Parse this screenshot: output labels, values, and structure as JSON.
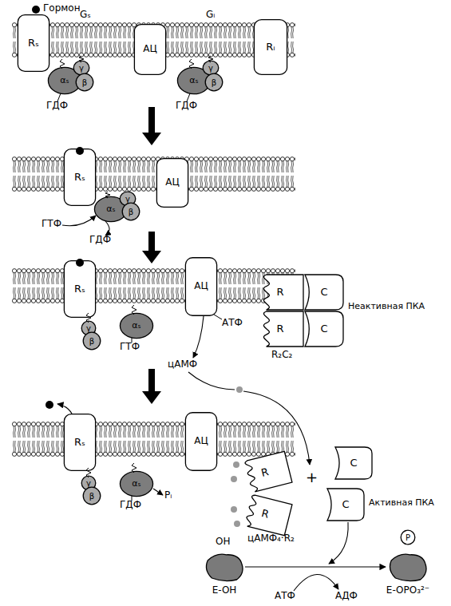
{
  "diagram": {
    "nodes": [
      {
        "text": [
          "Rₛ"
        ]
      },
      {
        "text": [
          "АЦ"
        ]
      },
      {
        "text": [
          "Rᵢ"
        ]
      },
      {
        "text": [
          "αₛ"
        ]
      },
      {
        "text": [
          "γ"
        ]
      },
      {
        "text": [
          "β"
        ]
      },
      {
        "text": [
          "αₛ"
        ]
      },
      {
        "text": [
          "γ"
        ]
      },
      {
        "text": [
          "β"
        ]
      },
      {
        "text": [
          "Rₛ"
        ]
      },
      {
        "text": [
          "АЦ"
        ]
      },
      {
        "text": [
          "αₛ"
        ]
      },
      {
        "text": [
          "γ"
        ]
      },
      {
        "text": [
          "β"
        ]
      },
      {
        "text": [
          "Rₛ"
        ]
      },
      {
        "text": [
          "АЦ"
        ]
      },
      {
        "text": [
          "γ"
        ]
      },
      {
        "text": [
          "β"
        ]
      },
      {
        "text": [
          "αₛ"
        ]
      },
      {
        "text": [
          "R"
        ]
      },
      {
        "text": [
          "C"
        ]
      },
      {
        "text": [
          "R"
        ]
      },
      {
        "text": [
          "C"
        ]
      },
      {
        "text": [
          "Rₛ"
        ]
      },
      {
        "text": [
          "АЦ"
        ]
      },
      {
        "text": [
          "γ"
        ]
      },
      {
        "text": [
          "β"
        ]
      },
      {
        "text": [
          "αₛ"
        ]
      },
      {
        "text": [
          "R"
        ]
      },
      {
        "text": [
          "R"
        ]
      },
      {
        "text": [
          "C"
        ]
      },
      {
        "text": [
          "C"
        ]
      },
      {
        "text": [
          "E-OH"
        ]
      },
      {
        "text": [
          "E-OPO₃²⁻"
        ]
      },
      {
        "text": [
          "P"
        ],
        "in": 33
      }
    ],
    "edges": [
      {
        "from": 32,
        "to": 33,
        "arrow": "to"
      }
    ],
    "labels": [
      "Гормон",
      "Gₛ",
      "Gᵢ",
      "ГДФ",
      "ГДФ",
      "ГТФ",
      "ГДФ",
      "ГТФ",
      "АТФ",
      "цАМФ",
      "Неактивная ПКА",
      "R₂C₂",
      "ГДФ",
      "Pᵢ",
      "+",
      "Активная ПКА",
      "цАМФ₄·R₂",
      "OH",
      "АТФ",
      "АДФ"
    ]
  }
}
